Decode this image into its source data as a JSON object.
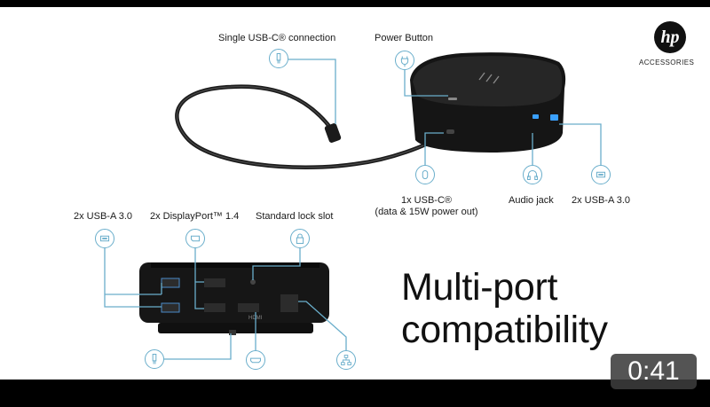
{
  "brand": {
    "logo_text": "hp",
    "subtitle": "ACCESSORIES"
  },
  "callouts": {
    "usb_c_connection": "Single USB-C® connection",
    "power_button": "Power Button",
    "usb_c_data_line1": "1x USB-C®",
    "usb_c_data_line2": "(data & 15W power out)",
    "audio_jack": "Audio jack",
    "usb_a_front": "2x USB-A 3.0",
    "usb_a_rear": "2x USB-A 3.0",
    "displayport": "2x DisplayPort™ 1.4",
    "lock_slot": "Standard lock slot"
  },
  "port_markings": {
    "hdmi": "HDMI"
  },
  "headline": {
    "line1": "Multi-port",
    "line2": "compatibility"
  },
  "video": {
    "timestamp": "0:41"
  },
  "colors": {
    "callout_line": "#6aaecb",
    "device": "#151515",
    "background": "#ffffff"
  },
  "icons": [
    "usb-c-plug-icon",
    "power-plug-icon",
    "usb-c-port-icon",
    "headphones-icon",
    "usb-a-port-icon",
    "displayport-icon",
    "lock-icon",
    "hdmi-icon",
    "network-icon"
  ]
}
